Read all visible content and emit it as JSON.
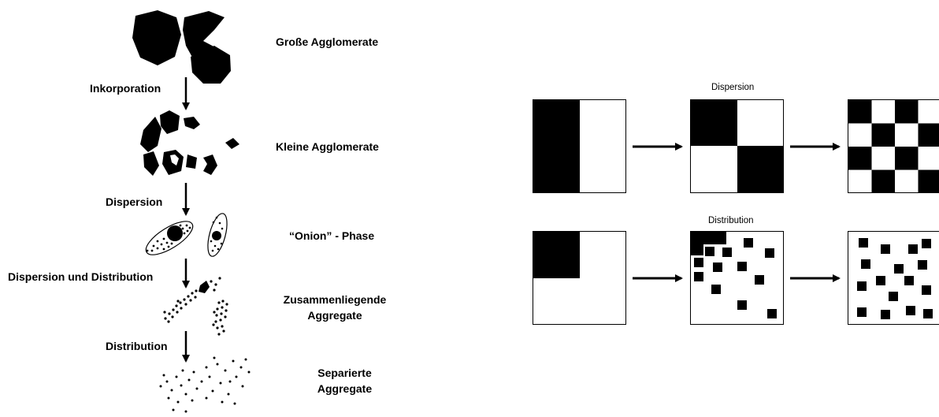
{
  "process": {
    "stages": [
      "Große Agglomerate",
      "Kleine Agglomerate",
      "“Onion” - Phase",
      "Zusammenliegende Aggregate",
      "Separierte Aggregate"
    ],
    "steps": [
      "Inkorporation",
      "Dispersion",
      "Dispersion und Distribution",
      "Distribution"
    ]
  },
  "mixing": {
    "dispersion_label": "Dispersion",
    "distribution_label": "Distribution"
  }
}
